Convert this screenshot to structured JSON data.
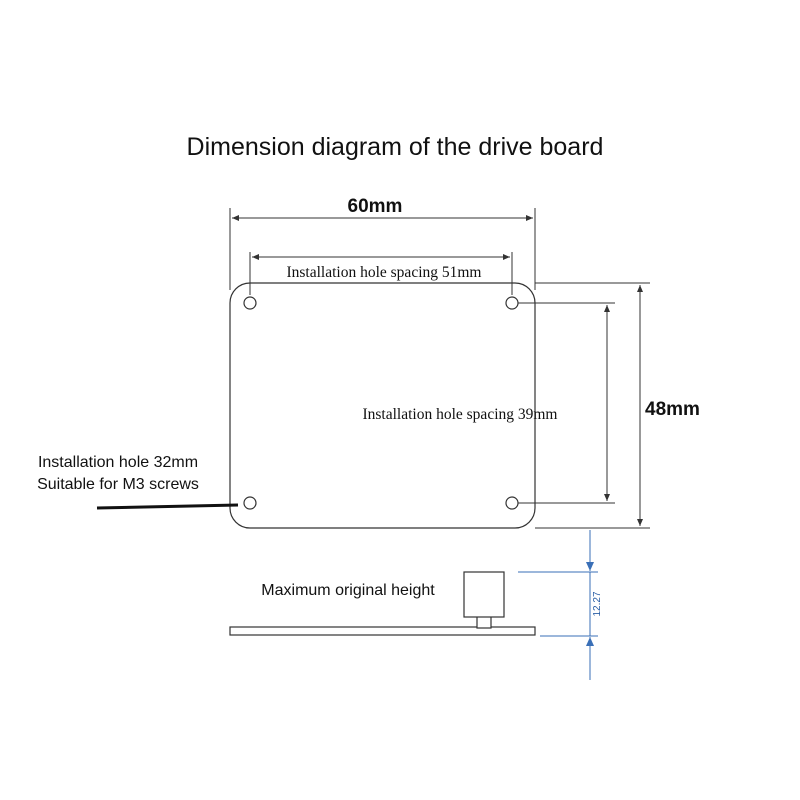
{
  "title": "Dimension diagram of the drive board",
  "dimensions": {
    "width": "60mm",
    "height": "48mm",
    "hole_spacing_horizontal": "Installation hole spacing 51mm",
    "hole_spacing_vertical": "Installation hole spacing 39mm",
    "hole_note_line1": "Installation hole 32mm",
    "hole_note_line2": "Suitable for M3 screws",
    "side_label": "Maximum original height",
    "side_height": "12.27"
  },
  "colors": {
    "line": "#333333",
    "accent_blue": "#3a6fb7"
  }
}
